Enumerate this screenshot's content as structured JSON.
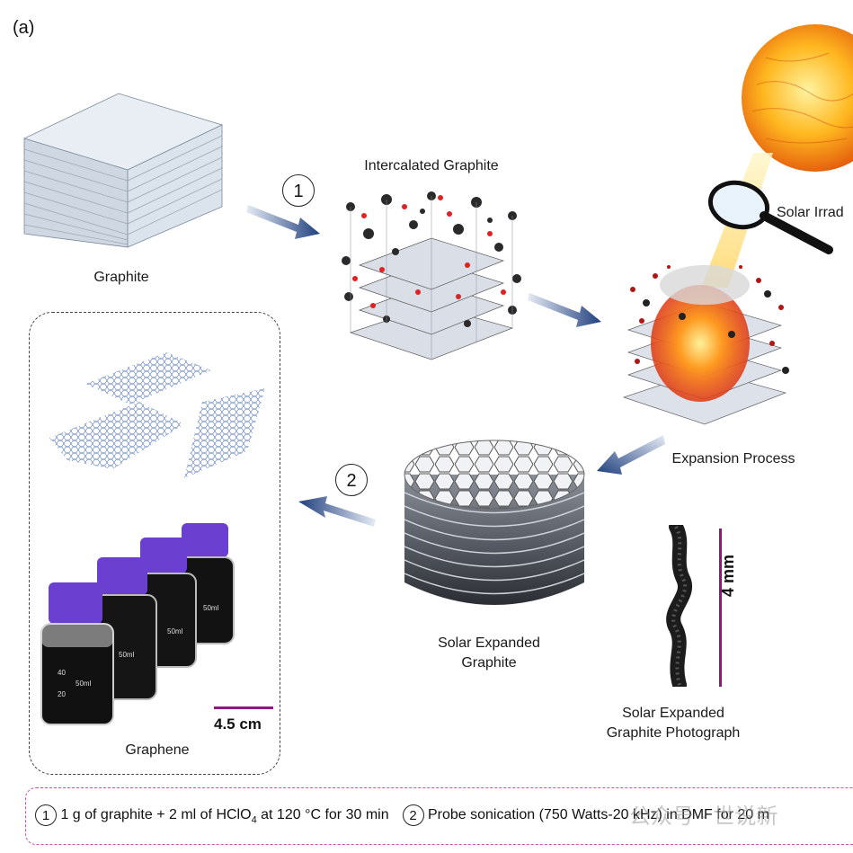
{
  "panel_label": "(a)",
  "steps": {
    "graphite": "Graphite",
    "intercalated": "Intercalated Graphite",
    "solar_irradiation": "Solar Irrad",
    "expansion": "Expansion Process",
    "solar_expanded_line1": "Solar Expanded",
    "solar_expanded_line2": "Graphite",
    "photo_line1": "Solar Expanded",
    "photo_line2": "Graphite Photograph",
    "graphene": "Graphene"
  },
  "step_numbers": {
    "one": "1",
    "two": "2"
  },
  "scale_bars": {
    "bottles": "4.5 cm",
    "photo": "4 mm"
  },
  "bottle_volume_labels": [
    "50ml",
    "50ml",
    "50ml",
    "50ml"
  ],
  "bottle_graduations": [
    "40",
    "20"
  ],
  "legend": {
    "step1_number": "1",
    "step1_text_a": "1 g of graphite + 2 ml of HClO",
    "step1_subscript": "4",
    "step1_text_b": " at 120 °C for 30 min",
    "step2_number": "2",
    "step2_text": "Probe sonication (750 Watts-20 kHz) in DMF for 20 m",
    "watermark": "公众号 · 世说新"
  },
  "colors": {
    "arrow": "#2b4a8a",
    "scale_bar": "#8b1a7a",
    "legend_border": "#d54bb3",
    "cap": "#6b3fd0"
  }
}
